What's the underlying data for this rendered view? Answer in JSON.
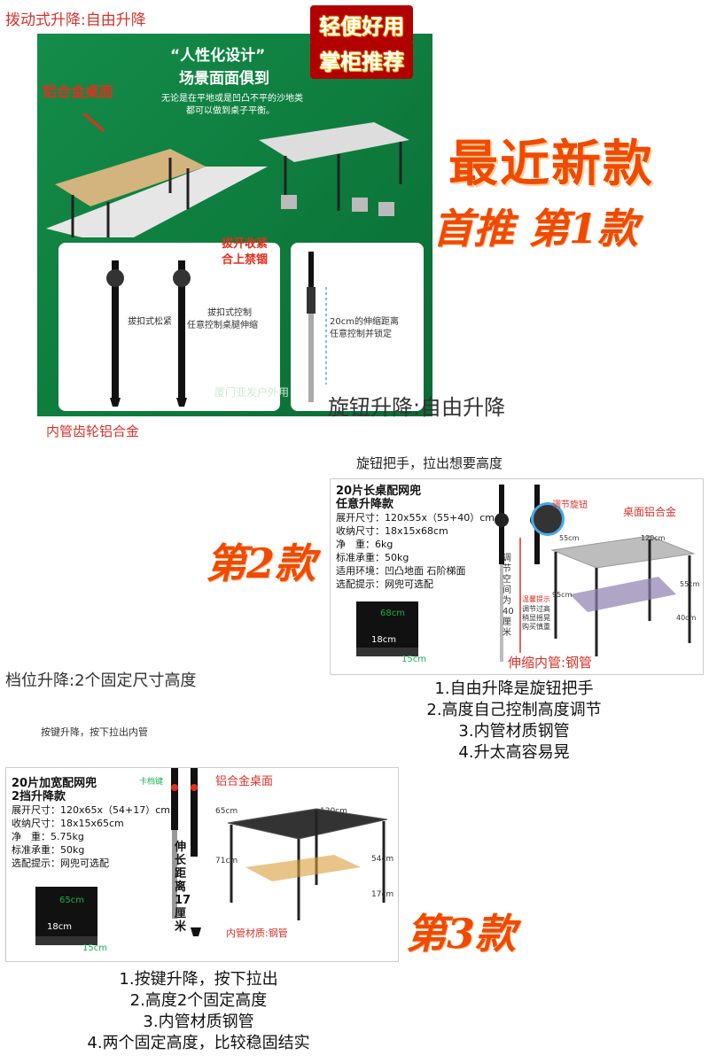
{
  "section1": {
    "caption": "拨动式升降:自由升降",
    "badge_top": "轻便好用",
    "badge_bottom": "掌柜推荐",
    "panel": {
      "design_title": "“人性化设计”",
      "design_subtitle": "场景面面俱到",
      "design_desc_1": "无论是在平地或是凹凸不平的沙地类",
      "design_desc_2": "都可以做到桌子平衡。",
      "label_tabletop": "铝合金桌面",
      "label_pull_lock_1": "拔开收紧",
      "label_pull_lock_2": "合上禁锢",
      "label_loosen": "拔扣式松紧",
      "label_control_1": "拔扣式控制",
      "label_control_2": "任意控制桌腿伸缩",
      "label_stretch_1": "20cm的伸缩距离",
      "label_stretch_2": "任意控制并锁定",
      "watermark": "厦门亚发户外用",
      "label_inner_tube": "内管齿轮铝合金"
    },
    "headline": "最近新款",
    "subheadline": "首推 第1款"
  },
  "section2": {
    "caption": "旋钮升降:自由升降",
    "model_label": "第2款",
    "callout_knob_handle": "旋钮把手，拉出想要高度",
    "card": {
      "title_1": "20片长桌配网兜",
      "title_2": "任意升降款",
      "spec_size": "展开尺寸：120x55x（55+40）cm",
      "spec_fold": "收纳尺寸：18x15x68cm",
      "spec_weight": "净　重：6kg",
      "spec_load": "标准承重：50kg",
      "spec_env": "适用环境：凹凸地面 石阶梯面",
      "spec_tip": "选配提示：网兜可选配",
      "knob_label": "调节旋钮",
      "tabletop_label": "桌面铝合金",
      "adjust_label": "调节空间为40厘米",
      "warm_tip": "温馨提示",
      "warm_tip_text": "调节过高 稍显摇晃 购买慎重",
      "dim_55": "55cm",
      "dim_120": "120cm",
      "dim_95": "95cm",
      "dim_55b": "55cm",
      "dim_40": "40cm",
      "bag_68": "68cm",
      "bag_18": "18cm",
      "bag_15": "15cm",
      "inner_tube_label": "伸缩内管:钢管"
    },
    "points": [
      "1.自由升降是旋钮把手",
      "2.高度自己控制高度调节",
      "3.内管材质钢管",
      "4.升太高容易晃"
    ]
  },
  "section3": {
    "caption": "档位升降:2个固定尺寸高度",
    "model_label": "第3款",
    "callout_button": "按键升降，按下拉出内管",
    "card": {
      "title_1": "20片加宽配网兜",
      "title_2": "2挡升降款",
      "spec_size": "展开尺寸：120x65x（54+17）cm",
      "spec_fold": "收纳尺寸：18x15x65cm",
      "spec_weight": "净　重：5.75kg",
      "spec_load": "标准承重：50kg",
      "spec_tip": "选配提示：网兜可选配",
      "clip_label": "卡档键",
      "tabletop_label": "铝合金桌面",
      "stretch_label": "伸长距离17厘米",
      "dim_65": "65cm",
      "dim_120": "120cm",
      "dim_71": "71cm",
      "dim_54": "54cm",
      "dim_17": "17cm",
      "bag_65": "65cm",
      "bag_18": "18cm",
      "bag_15": "15cm",
      "inner_tube_label": "内管材质:钢管"
    },
    "points": [
      "1.按键升降，按下拉出",
      "2.高度2个固定高度",
      "3.内管材质钢管",
      "4.两个固定高度，比较稳固结实"
    ]
  }
}
